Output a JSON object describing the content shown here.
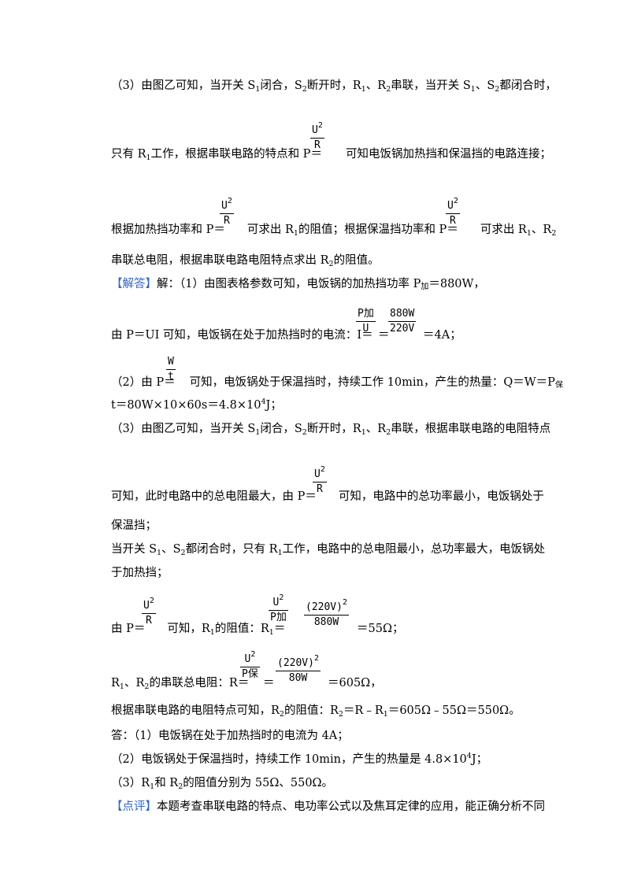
{
  "lines": {
    "l1": "（3）由图乙可知，当开关 S",
    "l2a": "只有 R",
    "l2b": "工作，根据串联电路的特点和 P＝",
    "l2c": "可知电饭锅加热挡和保温挡的电路连接；",
    "l3a": "根据加热挡功率和 P＝",
    "l3b": "可求出 R",
    "l3c": "的阻值；根据保温挡功率和 P＝",
    "l3d": "可求出 R",
    "l4": "串联总电阻，根据串联电路电阻特点求出 R",
    "l5tag": "【解答】",
    "l5": "解：（1）由图表格参数可知，电饭锅的加热挡功率 P",
    "l6a": "由 P＝UI 可知，电饭锅在处于加热挡时的电流：I＝",
    "l6b": "＝4A；",
    "l7a": "（2）由 P＝",
    "l7b": "可知，电饭锅处于保温挡时，持续工作 10min，产生的热量：Q＝W＝P",
    "l8": "t＝80W×10×60s＝4.8×10",
    "l9": "（3）由图乙可知，当开关 S",
    "l10a": "可知，此时电路中的总电阻最大，由 P＝",
    "l10b": "可知，电路中的总功率最小，电饭锅处于",
    "l11": "保温挡；",
    "l12": "当开关 S",
    "l13": "于加热挡；",
    "l14a": "由 P＝",
    "l14b": "可知，R",
    "l14c": "的阻值：R",
    "l14d": "＝55Ω；",
    "l15a": "R",
    "l15b": "的串联总电阻：R＝",
    "l15c": "＝605Ω，",
    "l16": "根据串联电路的电阻特点可知，R",
    "l17": "答：（1）电饭锅在处于加热挡时的电流为 4A；",
    "l18": "（2）电饭锅处于保温挡时，持续工作 10min，产生的热量是 4.8×10",
    "l19": "（3）R",
    "l20tag": "【点评】",
    "l20": "本题考查串联电路的特点、电功率公式以及焦耳定律的应用，能正确分析不同"
  },
  "fractions": {
    "u2r": {
      "num": "U",
      "exp": "2",
      "den": "R"
    },
    "p_over_u": {
      "num": "P加",
      "den": "U"
    },
    "p_values": {
      "num": "880W",
      "den": "220V"
    },
    "w_over_t": {
      "num": "W",
      "den": "t"
    },
    "u2_over_pjia": {
      "num": "U",
      "exp": "2",
      "den": "P加"
    },
    "v2_over_880": {
      "num": "(220V)",
      "exp": "2",
      "den": "880W"
    },
    "u2_over_pbao": {
      "num": "U",
      "exp": "2",
      "den": "P保"
    },
    "v2_over_80": {
      "num": "(220V)",
      "exp": "2",
      "den": "80W"
    }
  }
}
